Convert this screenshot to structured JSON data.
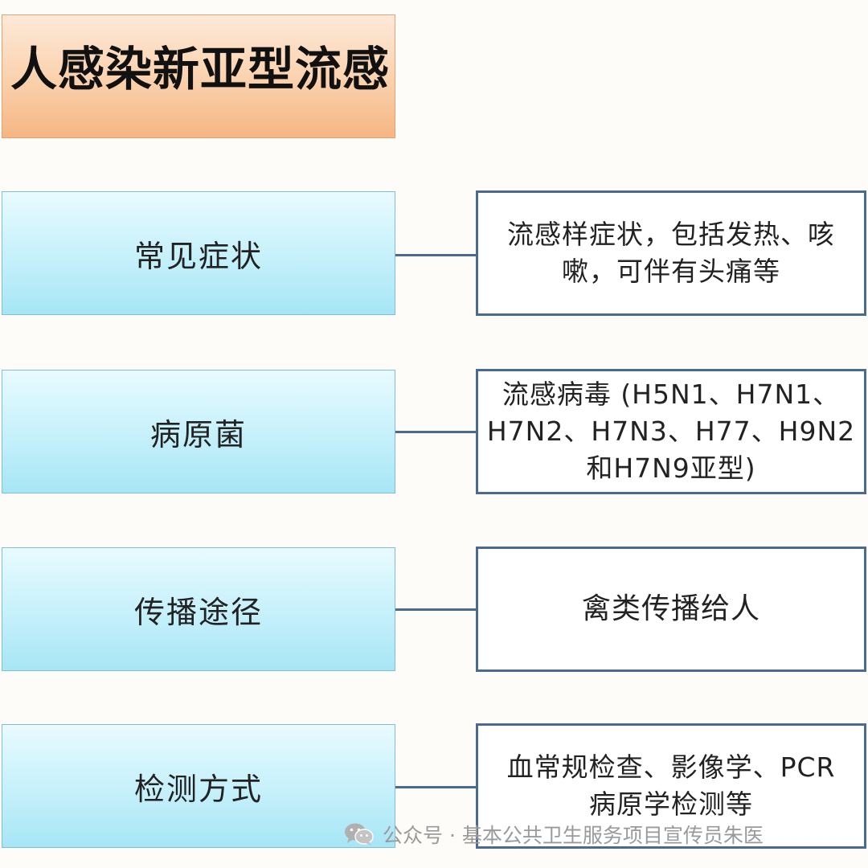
{
  "title": "人感染新亚型流感",
  "rows": [
    {
      "label": "常见症状",
      "lines": [
        "流感样症状，包括发热、咳",
        "嗽，可伴有头痛等"
      ]
    },
    {
      "label": "病原菌",
      "lines": [
        "流感病毒 (H5N1、H7N1、",
        "H7N2、H7N3、H77、H9N2",
        "和H7N9亚型)"
      ]
    },
    {
      "label": "传播途径",
      "lines": [
        "禽类传播给人"
      ]
    },
    {
      "label": "检测方式",
      "lines": [
        "血常规检查、影像学、PCR",
        "病原学检测等"
      ]
    }
  ],
  "watermark": {
    "icon": "wechat-icon",
    "text": "公众号 · 基本公共卫生服务项目宣传员朱医"
  }
}
